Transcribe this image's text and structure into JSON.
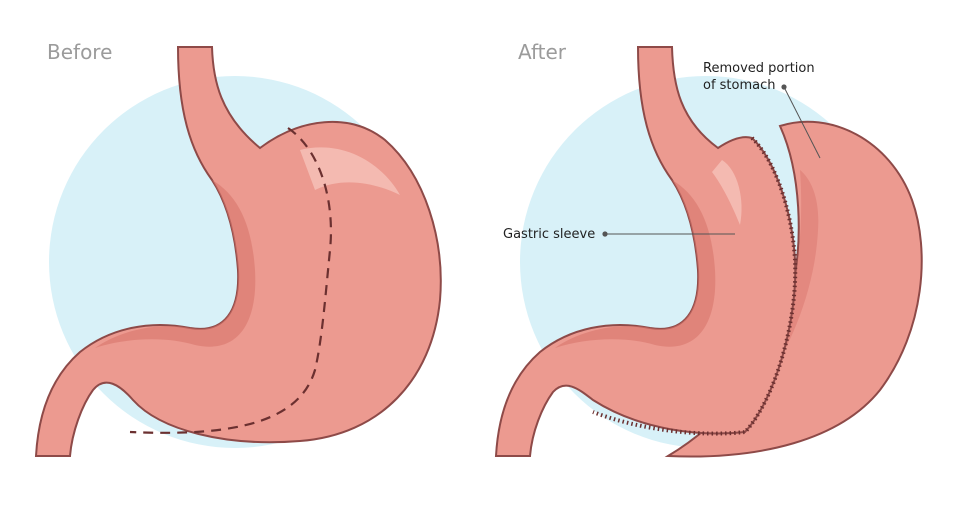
{
  "panels": {
    "before": {
      "title": "Before"
    },
    "after": {
      "title": "After"
    }
  },
  "callouts": {
    "removed_portion": [
      "Removed portion",
      "of stomach"
    ],
    "gastric_sleeve": "Gastric sleeve"
  },
  "colors": {
    "background_circle": "#d8f1f8",
    "stomach_fill": "#ec9a90",
    "stomach_shade": "#d9766d",
    "stomach_highlight": "#f6c2b9",
    "outline": "#8e4a48",
    "cut_line": "#6b3030"
  }
}
